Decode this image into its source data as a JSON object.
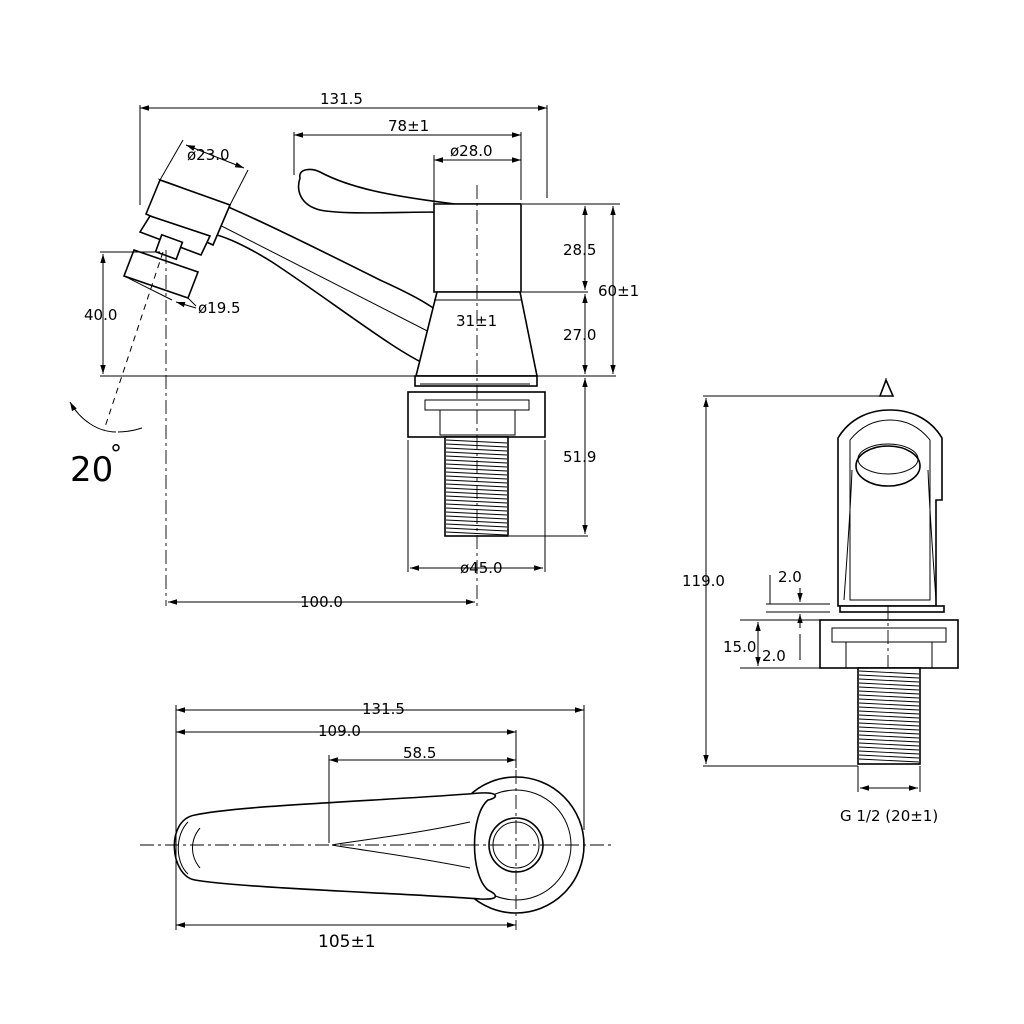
{
  "dimensions": {
    "front_width": "131.5",
    "handle_span": "78±1",
    "body_diameter": "ø28.0",
    "spout_diameter": "ø23.0",
    "aerator_diameter": "ø19.5",
    "spout_height": "40.0",
    "angle": "20",
    "handle_height": "28.5",
    "overall_height_tol": "60±1",
    "base_height": "27.0",
    "base_width": "31±1",
    "shank_length": "51.9",
    "flange_diameter": "ø45.0",
    "reach": "100.0",
    "top_width": "131.5",
    "top_lever": "109.0",
    "top_centre": "58.5",
    "top_length_tol": "105±1",
    "side_height": "119.0",
    "side_gap_top": "2.0",
    "side_flange": "15.0",
    "side_gap_bottom": "2.0",
    "thread": "G 1/2 (20±1)"
  },
  "symbols": {
    "degree": "°"
  },
  "colors": {
    "line": "#000000",
    "background": "#ffffff"
  }
}
